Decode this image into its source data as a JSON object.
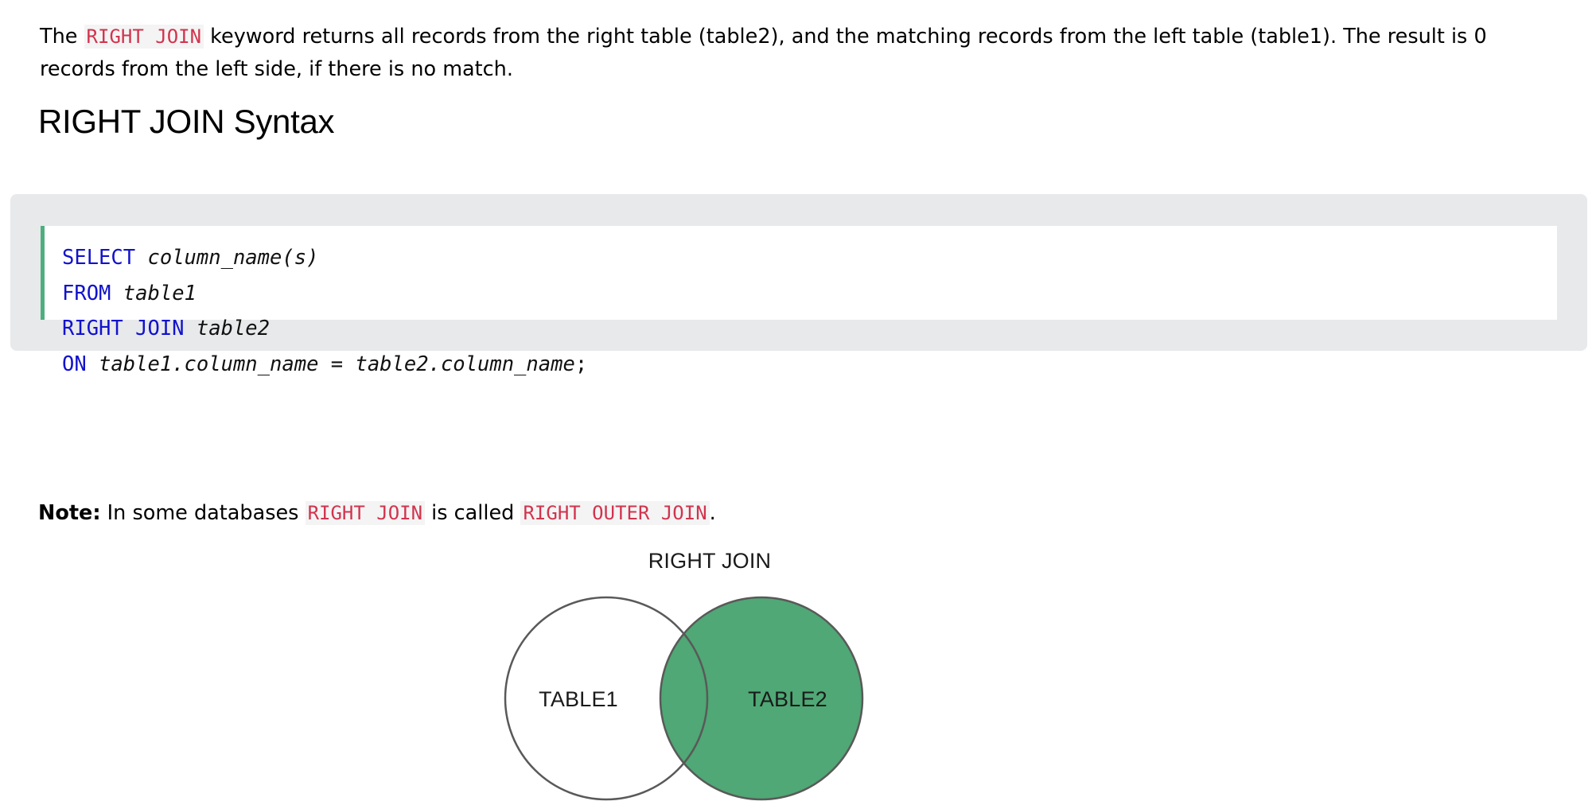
{
  "intro": {
    "before_code": "The ",
    "code": "RIGHT JOIN",
    "after_code": " keyword returns all records from the right table (table2), and the matching records from the left table (table1). The result is 0 records from the left side, if there is no match."
  },
  "heading": {
    "text": "RIGHT JOIN Syntax"
  },
  "syntax_block": {
    "lines": [
      {
        "keyword": "SELECT",
        "rest": "column_name(s)",
        "terminator": ""
      },
      {
        "keyword": "FROM",
        "rest": "table1",
        "terminator": ""
      },
      {
        "keyword": "RIGHT JOIN",
        "rest": "table2",
        "terminator": ""
      },
      {
        "keyword": "ON",
        "rest": "table1.column_name = table2.column_name",
        "terminator": ";"
      }
    ],
    "accent_color": "#4CAF7D",
    "keyword_color": "#1212CC",
    "background_color": "#E7E9EB"
  },
  "note": {
    "label": "Note:",
    "text_1": " In some databases ",
    "code_1": "RIGHT JOIN",
    "text_2": " is called ",
    "code_2": "RIGHT OUTER JOIN",
    "text_3": "."
  },
  "diagram": {
    "title": "RIGHT JOIN",
    "left_label": "TABLE1",
    "right_label": "TABLE2",
    "fill_color": "#4FA875",
    "stroke_color": "#595959",
    "left_filled": "false",
    "right_filled": "true"
  },
  "colors": {
    "inline_code_red": "#D1344E",
    "inline_code_bg": "#f4f4f4",
    "keyword_blue": "#1212CC",
    "accent_green": "#4CAF7D",
    "venn_green": "#4FA875",
    "code_panel_gray": "#E7E9EB"
  }
}
